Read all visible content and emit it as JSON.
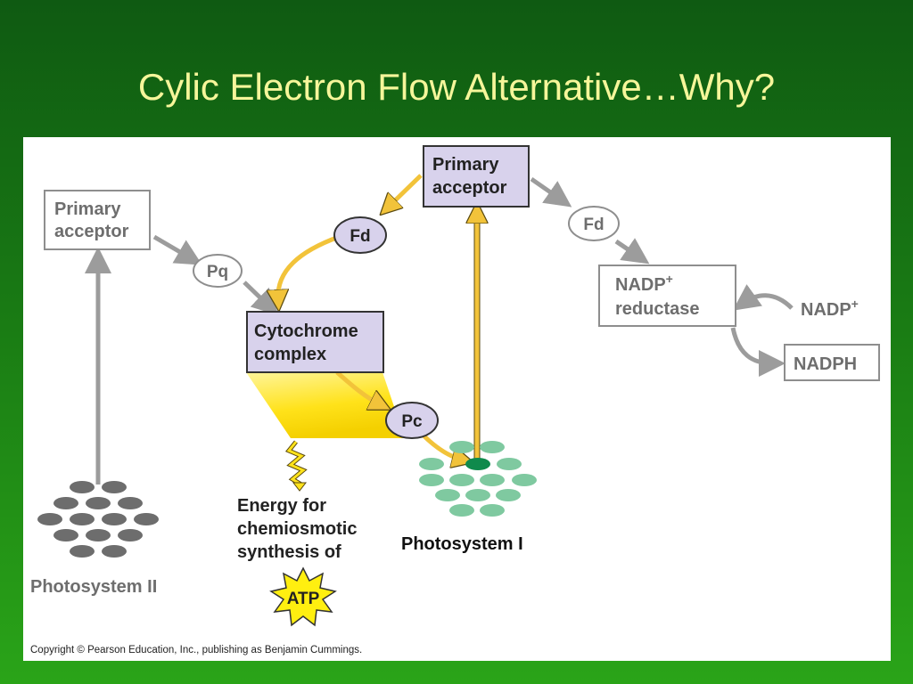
{
  "slide": {
    "title": "Cylic Electron Flow Alternative…Why?"
  },
  "diagram": {
    "ps2_primary_acceptor": [
      "Primary",
      "acceptor"
    ],
    "ps1_primary_acceptor": [
      "Primary",
      "acceptor"
    ],
    "pq": "Pq",
    "cytochrome_complex": [
      "Cytochrome",
      "complex"
    ],
    "fd_cyclic": "Fd",
    "fd_linear": "Fd",
    "pc": "Pc",
    "nadp_reductase": [
      "NADP",
      "reductase"
    ],
    "nadp_plus": "NADP",
    "nadph": "NADPH",
    "energy_label": [
      "Energy for",
      "chemiosmotic",
      "synthesis of"
    ],
    "atp": "ATP",
    "photosystem_1": "Photosystem I",
    "photosystem_2": "Photosystem II",
    "superscript_plus": "+",
    "copyright": "Copyright © Pearson Education, Inc., publishing as Benjamin Cummings."
  },
  "colors": {
    "gray_path": "#9c9c9c",
    "gray_text": "#6e6e6e",
    "yellow_arrow": "#f2c33a",
    "lavender_box": "#d8d2ec",
    "ps1_green": "#7fc9a0",
    "ps1_center": "#0f8a4c",
    "ps2_gray": "#6d6d6d",
    "atp_star": "#ffef10"
  }
}
